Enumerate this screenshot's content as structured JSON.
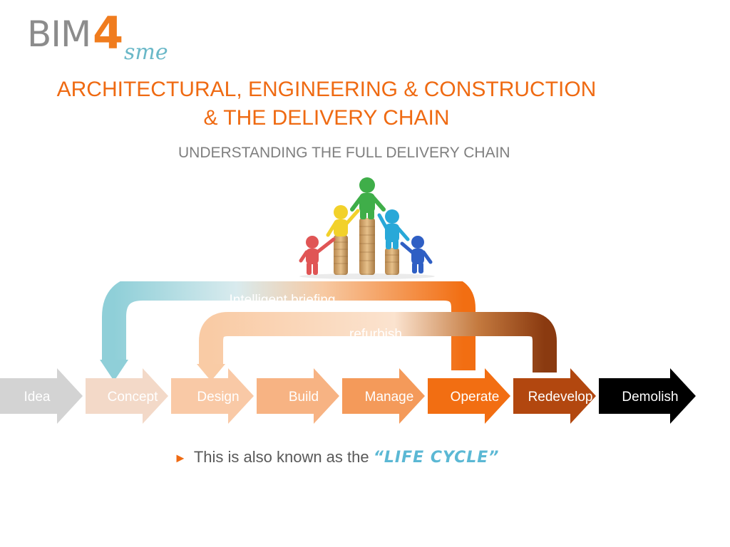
{
  "logo": {
    "main": "BIM",
    "number": "4",
    "suffix": "sme"
  },
  "title": {
    "line1": "ARCHITECTURAL, ENGINEERING & CONSTRUCTION",
    "line2": "& THE DELIVERY CHAIN"
  },
  "subtitle": "UNDERSTANDING THE FULL DELIVERY CHAIN",
  "loops": {
    "intelligent_briefing": "Intelligent briefing",
    "refurbish": "refurbish"
  },
  "stages": [
    {
      "label": "Idea",
      "fill": "#d3d3d3",
      "text": "#ffffff"
    },
    {
      "label": "Concept",
      "fill": "#f3d9c8",
      "text": "#ffffff"
    },
    {
      "label": "Design",
      "fill": "#f9c9a6",
      "text": "#ffffff"
    },
    {
      "label": "Build",
      "fill": "#f7b383",
      "text": "#ffffff"
    },
    {
      "label": "Manage",
      "fill": "#f49a5a",
      "text": "#ffffff"
    },
    {
      "label": "Operate",
      "fill": "#f26e12",
      "text": "#ffffff"
    },
    {
      "label": "Redevelop",
      "fill": "#b2470f",
      "text": "#ffffff"
    },
    {
      "label": "Demolish",
      "fill": "#000000",
      "text": "#ffffff"
    }
  ],
  "footnote": {
    "bullet": "►",
    "text": "This is also known as the ",
    "highlight": "“LIFE CYCLE”"
  },
  "colors": {
    "accent": "#ef6a12",
    "teal": "#8fcfd8",
    "brown": "#8a3a10",
    "subtitle": "#7f7f7f"
  }
}
